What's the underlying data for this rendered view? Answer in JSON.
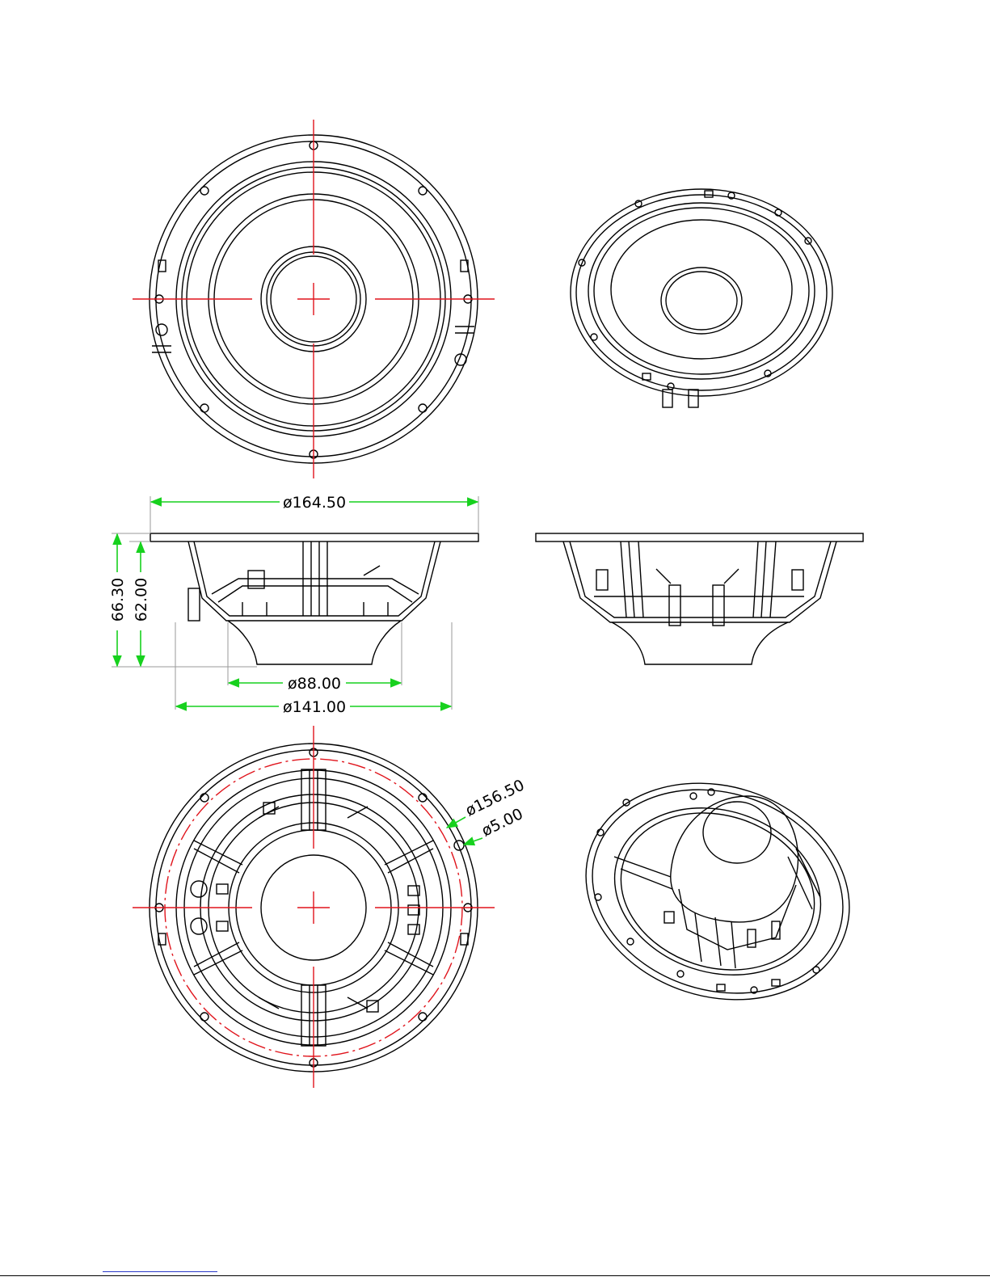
{
  "colors": {
    "outline": "#000000",
    "centerline": "#e0141c",
    "dimension": "#17d11e",
    "link": "#2b39c8"
  },
  "dimensions": {
    "overall_diameter": "ø164.50",
    "overall_height": "66.30",
    "mounting_depth": "62.00",
    "magnet_diameter": "ø88.00",
    "cutout_diameter": "ø141.00",
    "bolt_circle_diameter": "ø156.50",
    "hole_diameter": "ø5.00"
  }
}
